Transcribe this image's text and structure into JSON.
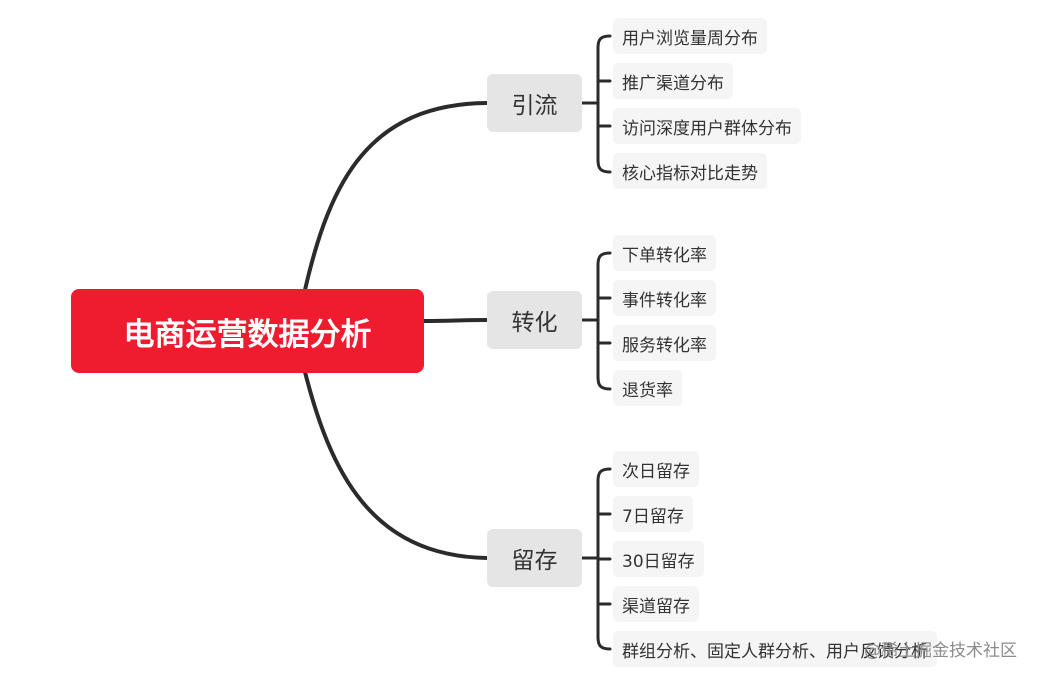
{
  "root": {
    "label": "电商运营数据分析",
    "color": "#ee1c2e"
  },
  "branches": [
    {
      "label": "引流",
      "items": [
        "用户浏览量周分布",
        "推广渠道分布",
        "访问深度用户群体分布",
        "核心指标对比走势"
      ]
    },
    {
      "label": "转化",
      "items": [
        "下单转化率",
        "事件转化率",
        "服务转化率",
        "退货率"
      ]
    },
    {
      "label": "留存",
      "items": [
        "次日留存",
        "7日留存",
        "30日留存",
        "渠道留存",
        "群组分析、固定人群分析、用户反馈分析"
      ]
    }
  ],
  "watermark": "@稀土掘金技术社区",
  "colors": {
    "line": "#2b2b2b",
    "branch_bg": "#e5e5e5",
    "leaf_bg": "#f5f5f5"
  }
}
